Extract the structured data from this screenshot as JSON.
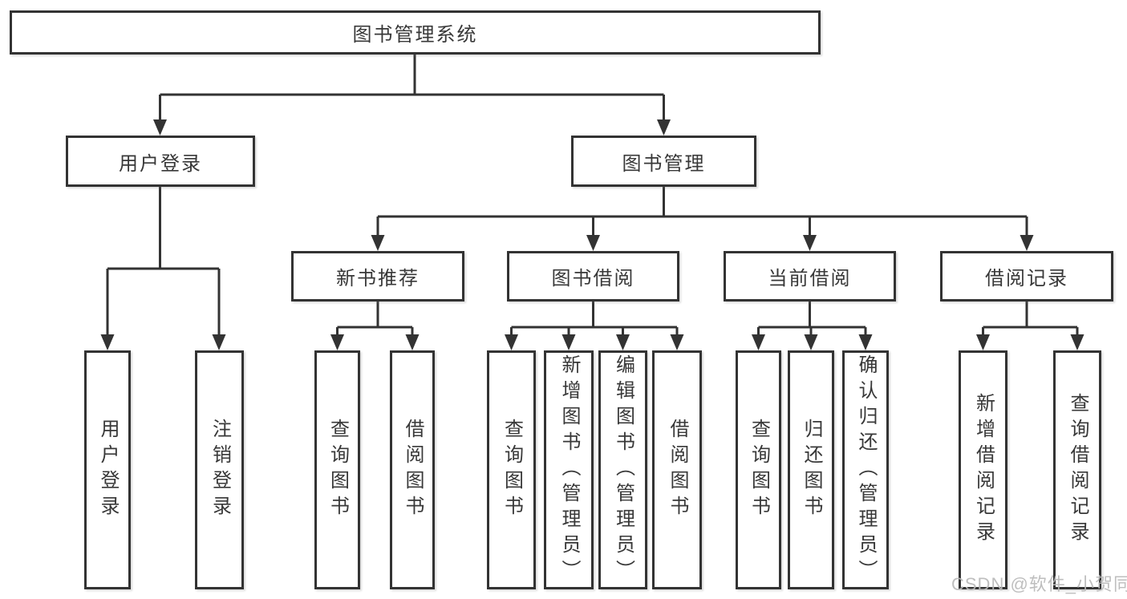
{
  "diagram": {
    "root": {
      "label": "图书管理系统"
    },
    "branches": [
      {
        "label": "用户登录",
        "children": [
          {
            "label": "用户登录"
          },
          {
            "label": "注销登录"
          }
        ]
      },
      {
        "label": "图书管理",
        "groups": [
          {
            "label": "新书推荐",
            "children": [
              {
                "label": "查询图书"
              },
              {
                "label": "借阅图书"
              }
            ]
          },
          {
            "label": "图书借阅",
            "children": [
              {
                "label": "查询图书"
              },
              {
                "label": "新增图书（管理员）"
              },
              {
                "label": "编辑图书（管理员）"
              },
              {
                "label": "借阅图书"
              }
            ]
          },
          {
            "label": "当前借阅",
            "children": [
              {
                "label": "查询图书"
              },
              {
                "label": "归还图书"
              },
              {
                "label": "确认归还（管理员）"
              }
            ]
          },
          {
            "label": "借阅记录",
            "children": [
              {
                "label": "新增借阅记录"
              },
              {
                "label": "查询借阅记录"
              }
            ]
          }
        ]
      }
    ]
  },
  "watermark": "CSDN @软件_小贺同学",
  "colors": {
    "line": "#333333",
    "text": "#383838",
    "watermark": "#b9b9b9",
    "background": "#ffffff"
  }
}
